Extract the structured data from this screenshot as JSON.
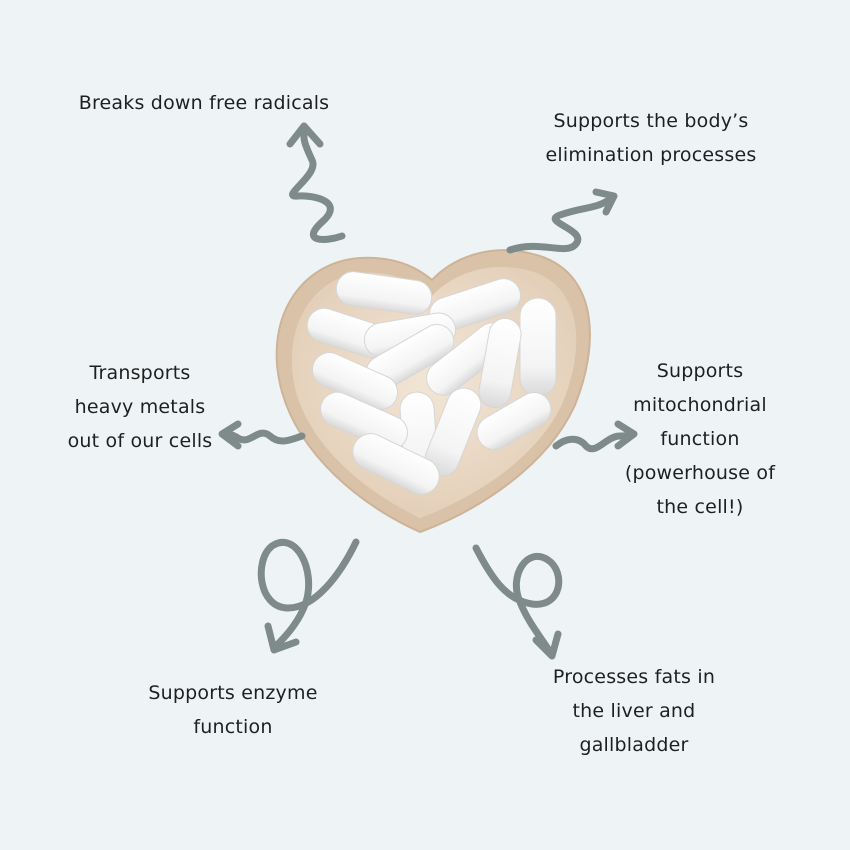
{
  "benefits": {
    "free_radicals": [
      "Breaks down free radicals"
    ],
    "elimination": [
      "Supports the body’s",
      "elimination processes"
    ],
    "heavy_metals": [
      "Transports",
      "heavy metals",
      "out of our cells"
    ],
    "mitochondrial": [
      "Supports",
      "mitochondrial",
      "function",
      "(powerhouse of",
      "the cell!)"
    ],
    "enzyme": [
      "Supports enzyme",
      "function"
    ],
    "fats": [
      "Processes fats in",
      "the liver and",
      "gallbladder"
    ]
  },
  "colors": {
    "background": "#eef4f6",
    "arrow": "#7e8b8a",
    "bowl": "#e8d6c2",
    "capsule": "#fafafa",
    "text": "#1f1f1f"
  }
}
